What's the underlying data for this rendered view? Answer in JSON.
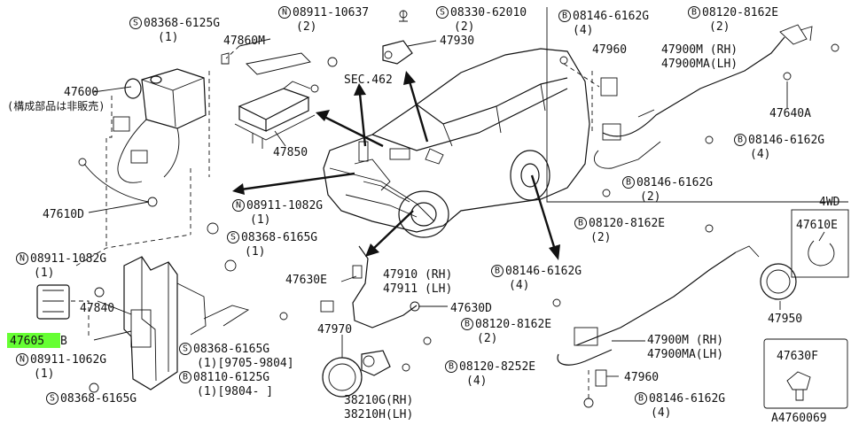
{
  "diagram_id": "A4760069",
  "section_ref": "SEC.462",
  "four_wd": "4WD",
  "callouts": {
    "c47600": "47600",
    "c47600_note": "(構成部品は非販売)",
    "c47610d": "47610D",
    "c47860m": "47860M",
    "c47850": "47850",
    "c47930": "47930",
    "c47960_top": "47960",
    "c47900m_top": "47900M (RH)",
    "c47900ma_top": "47900MA(LH)",
    "c47640a": "47640A",
    "c47610e": "47610E",
    "c47950": "47950",
    "c47630e": "47630E",
    "c47910": "47910 (RH)",
    "c47911": "47911 (LH)",
    "c47630d": "47630D",
    "c47970": "47970",
    "c38210g": "38210G(RH)",
    "c38210h": "38210H(LH)",
    "c47840": "47840",
    "c47605": "47605",
    "c47605_suffix": "B",
    "c47900m_bot": "47900M (RH)",
    "c47900ma_bot": "47900MA(LH)",
    "c47960_bot": "47960",
    "c47630f": "47630F"
  },
  "fasteners": {
    "f_s_08368_6125g": {
      "mark": "S",
      "part": "08368-6125G",
      "qty": "(1)"
    },
    "f_n_08911_10637": {
      "mark": "N",
      "part": "08911-10637",
      "qty": "(2)"
    },
    "f_s_08330_62010": {
      "mark": "S",
      "part": "08330-62010",
      "qty": "(2)"
    },
    "f_b_08146_6162g_a": {
      "mark": "B",
      "part": "08146-6162G",
      "qty": "(4)"
    },
    "f_b_08120_8162e_a": {
      "mark": "B",
      "part": "08120-8162E",
      "qty": "(2)"
    },
    "f_b_08146_6162g_b": {
      "mark": "B",
      "part": "08146-6162G",
      "qty": "(4)"
    },
    "f_b_08146_6162g_c": {
      "mark": "B",
      "part": "08146-6162G",
      "qty": "(2)"
    },
    "f_b_08120_8162e_b": {
      "mark": "B",
      "part": "08120-8162E",
      "qty": "(2)"
    },
    "f_n_08911_1082g_a": {
      "mark": "N",
      "part": "08911-1082G",
      "qty": "(1)"
    },
    "f_s_08368_6165g_a": {
      "mark": "S",
      "part": "08368-6165G",
      "qty": "(1)"
    },
    "f_n_08911_1082g_b": {
      "mark": "N",
      "part": "08911-1082G",
      "qty": "(1)"
    },
    "f_b_08146_6162g_d": {
      "mark": "B",
      "part": "08146-6162G",
      "qty": "(4)"
    },
    "f_b_08120_8162e_c": {
      "mark": "B",
      "part": "08120-8162E",
      "qty": "(2)"
    },
    "f_b_08120_8252e": {
      "mark": "B",
      "part": "08120-8252E",
      "qty": "(4)"
    },
    "f_s_08368_6165g_b": {
      "mark": "S",
      "part": "08368-6165G",
      "qty": "(1)[9705-9804]"
    },
    "f_b_08110_6125g": {
      "mark": "B",
      "part": "08110-6125G",
      "qty": "(1)[9804-    ]"
    },
    "f_n_08911_1062g": {
      "mark": "N",
      "part": "08911-1062G",
      "qty": "(1)"
    },
    "f_s_08368_6165g_c": {
      "mark": "S",
      "part": "08368-6165G",
      "qty": ""
    },
    "f_b_08146_6162g_e": {
      "mark": "B",
      "part": "08146-6162G",
      "qty": "(4)"
    }
  },
  "highlight_color": "#66ff33"
}
